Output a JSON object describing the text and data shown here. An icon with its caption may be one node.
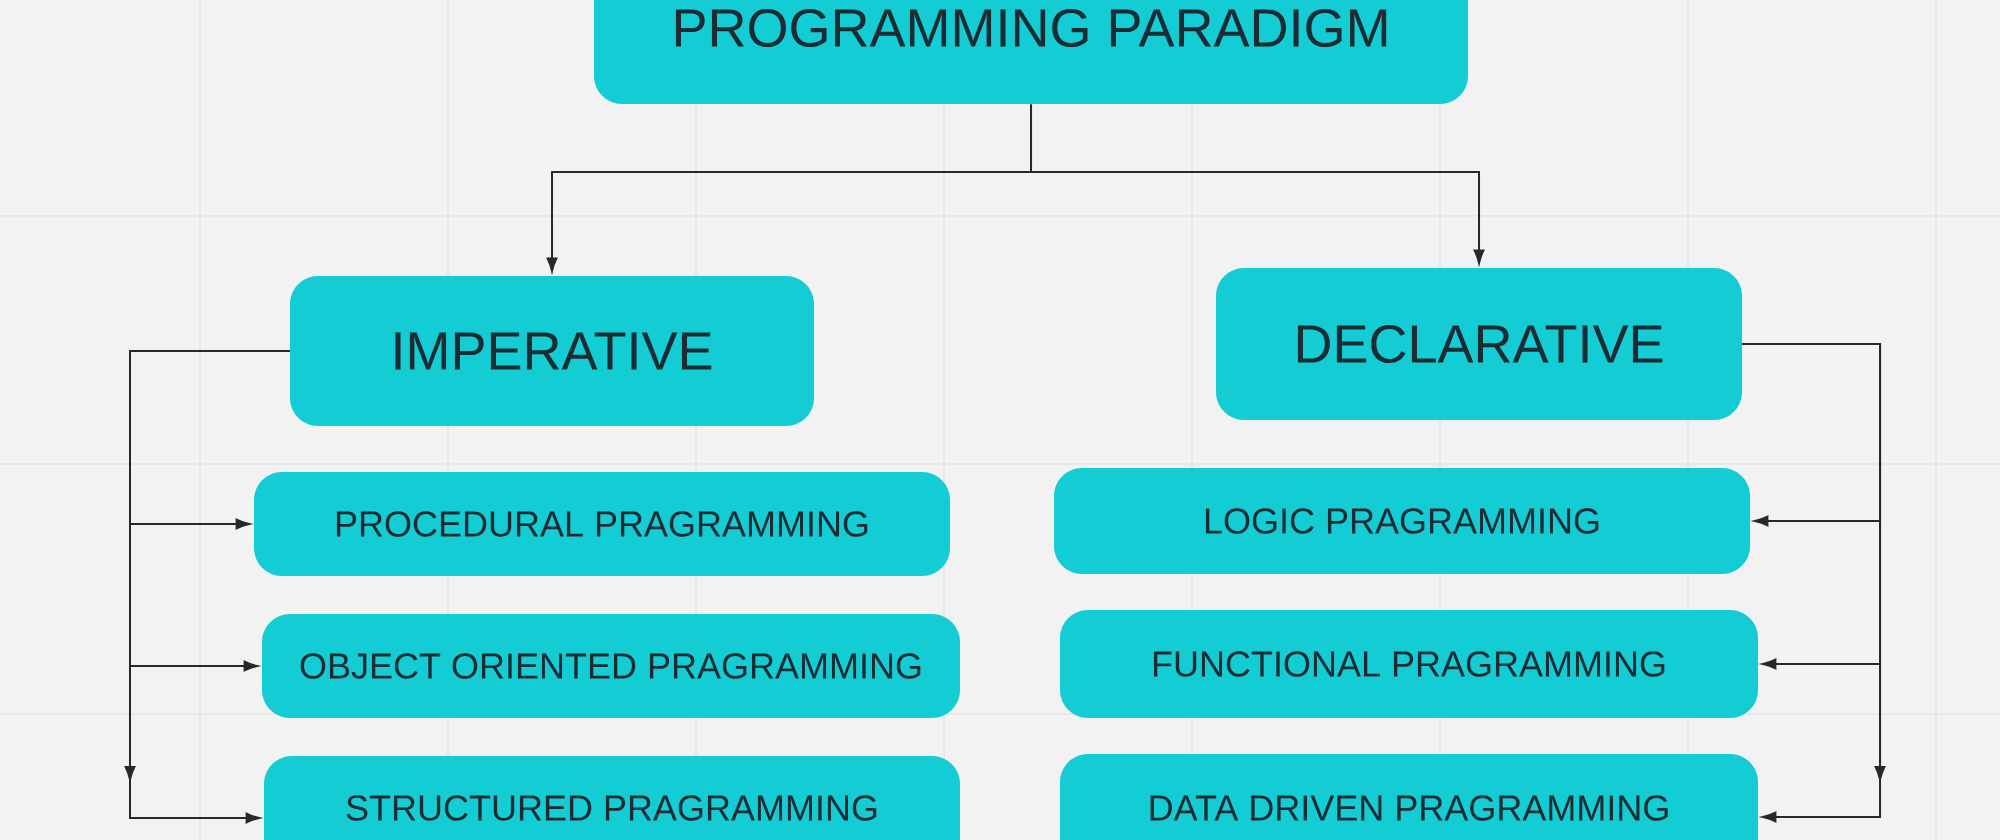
{
  "diagram": {
    "nodes": [
      {
        "text": [
          "PROGRAMMING PARADIGM"
        ]
      },
      {
        "text": [
          "IMPERATIVE"
        ]
      },
      {
        "text": [
          "DECLARATIVE"
        ]
      },
      {
        "text": [
          "PROCEDURAL PRAGRAMMING"
        ]
      },
      {
        "text": [
          "OBJECT ORIENTED PRAGRAMMING"
        ]
      },
      {
        "text": [
          "STRUCTURED PRAGRAMMING"
        ]
      },
      {
        "text": [
          "LOGIC PRAGRAMMING"
        ]
      },
      {
        "text": [
          "FUNCTIONAL PRAGRAMMING"
        ]
      },
      {
        "text": [
          "DATA DRIVEN PRAGRAMMING"
        ]
      }
    ],
    "edges": [
      {
        "from": 0,
        "to": 1,
        "arrow": "to"
      },
      {
        "from": 0,
        "to": 2,
        "arrow": "to"
      },
      {
        "from": 1,
        "to": 3,
        "arrow": "to"
      },
      {
        "from": 1,
        "to": 4,
        "arrow": "to"
      },
      {
        "from": 1,
        "to": 5,
        "arrow": "to"
      },
      {
        "from": 1,
        "to": null,
        "arrow": "to"
      },
      {
        "from": 2,
        "to": 6,
        "arrow": "to"
      },
      {
        "from": 2,
        "to": 7,
        "arrow": "to"
      },
      {
        "from": 2,
        "to": 8,
        "arrow": "to"
      },
      {
        "from": 2,
        "to": null,
        "arrow": "to"
      }
    ]
  }
}
